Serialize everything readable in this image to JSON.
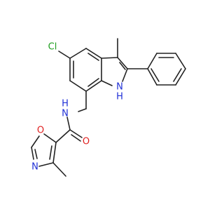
{
  "molecule": {
    "atom_labels": {
      "cl": "Cl",
      "nh_n": "N",
      "nh_h": "H",
      "amide_nh": "H",
      "amide_n": "N",
      "carbonyl_o": "O",
      "oxazole_o": "O",
      "oxazole_n": "N"
    },
    "colors": {
      "bond": "#222222",
      "chlorine": "#1f9e1f",
      "nitrogen": "#1f2fd6",
      "oxygen": "#e01f1f"
    }
  }
}
